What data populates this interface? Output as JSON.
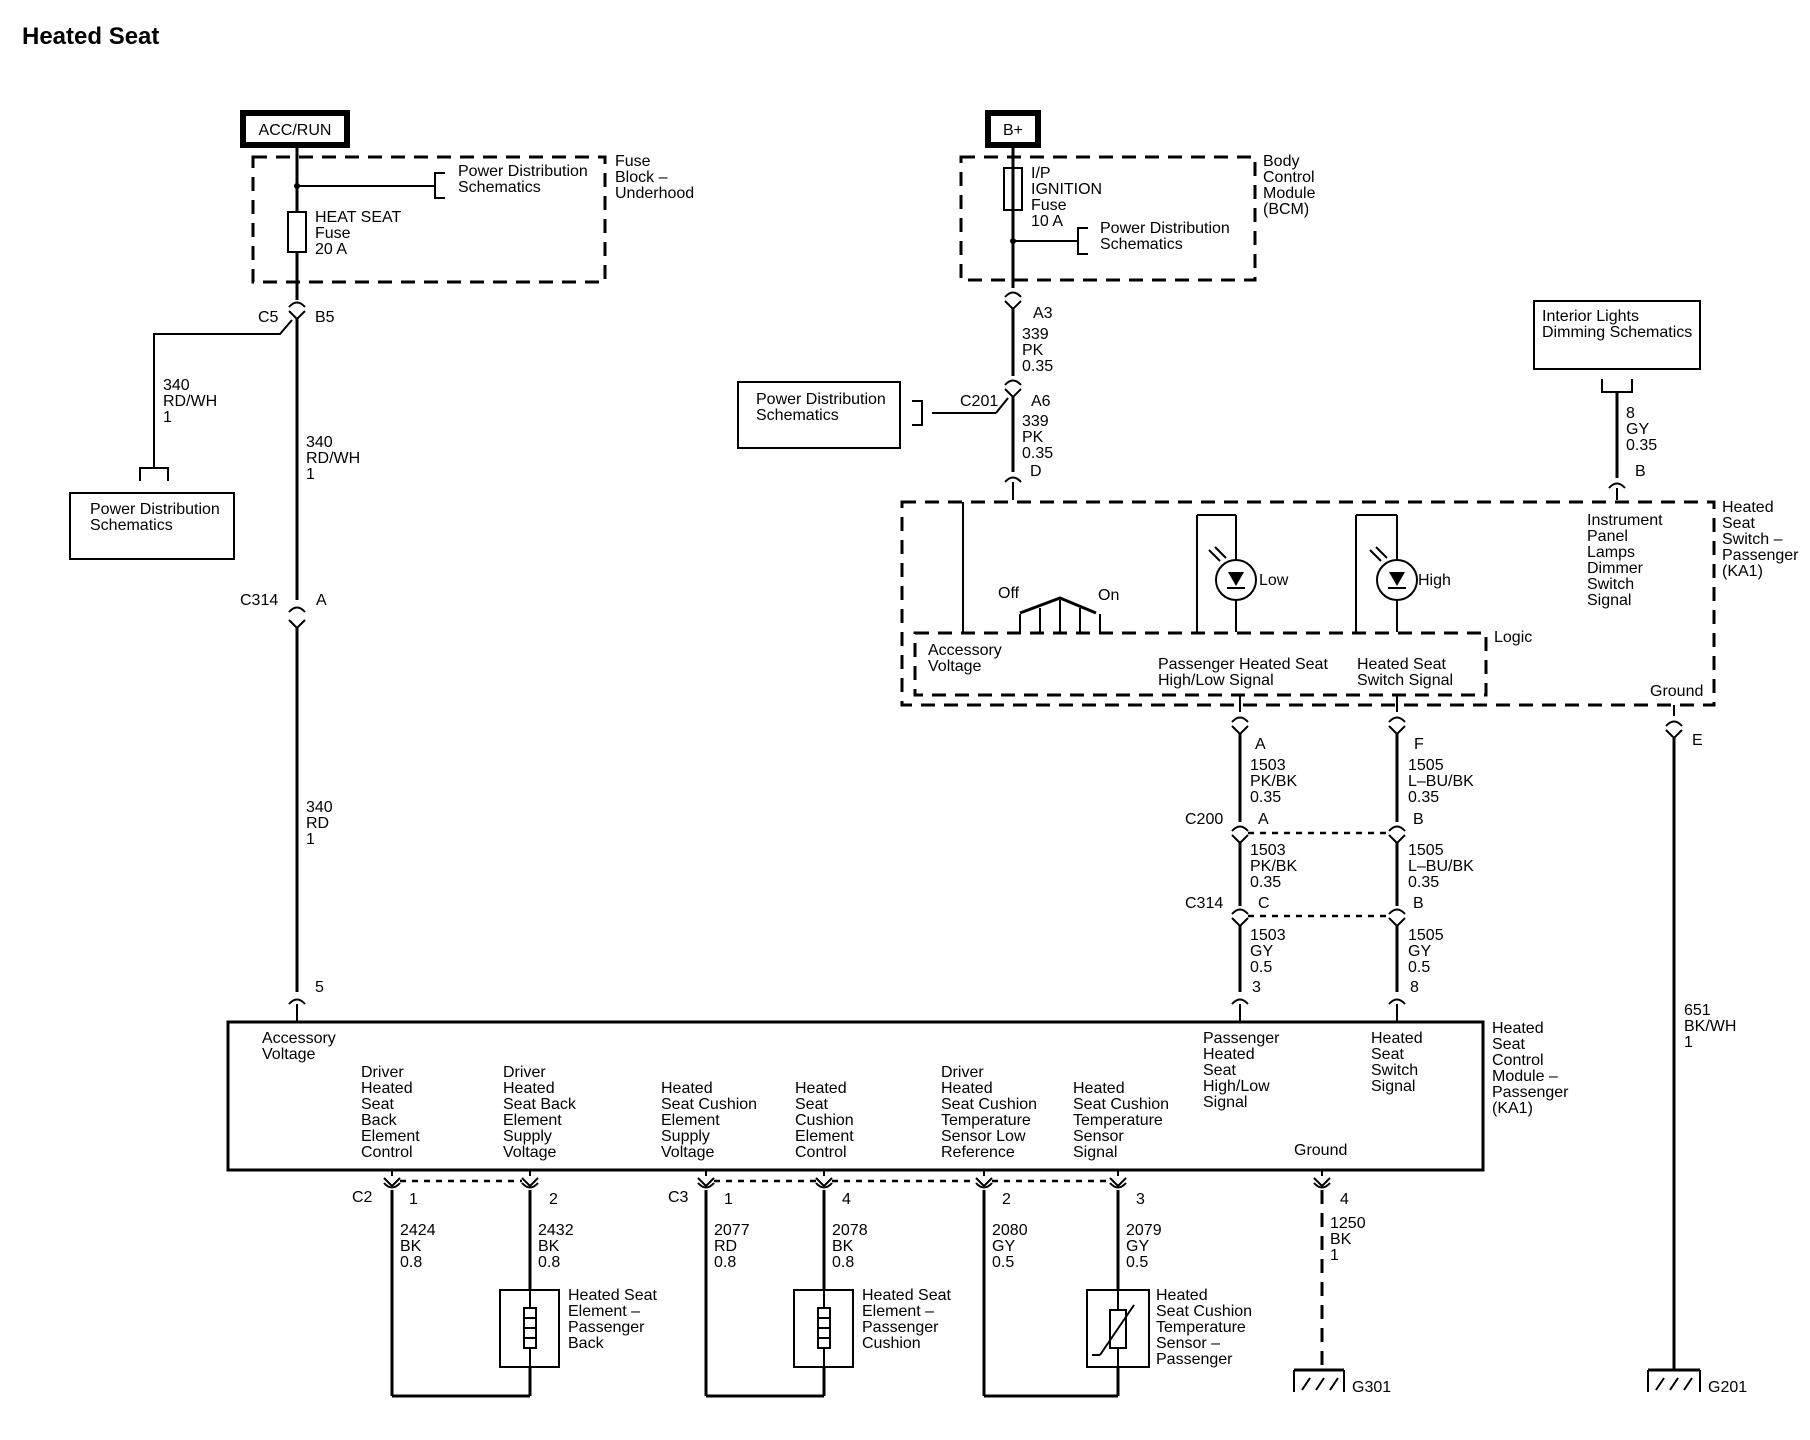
{
  "title": "Heated Seat",
  "sources": {
    "acc_run": "ACC/RUN",
    "b_plus": "B+"
  },
  "fuse_block": {
    "name": [
      "Fuse",
      "Block –",
      "Underhood"
    ],
    "fuse": [
      "HEAT SEAT",
      "Fuse",
      "20 A"
    ],
    "ref": [
      "Power Distribution",
      "Schematics"
    ]
  },
  "bcm": {
    "name": [
      "Body",
      "Control",
      "Module",
      "(BCM)"
    ],
    "fuse": [
      "I/P",
      "IGNITION",
      "Fuse",
      "10 A"
    ],
    "ref": [
      "Power Distribution",
      "Schematics"
    ]
  },
  "ref_boxes": {
    "left": [
      "Power Distribution",
      "Schematics"
    ],
    "middle": [
      "Power Distribution",
      "Schematics"
    ],
    "interior": [
      "Interior Lights",
      "Dimming Schematics"
    ]
  },
  "connectors": {
    "c5": "C5",
    "b5": "B5",
    "c314_a_conn": "C314",
    "c314_a_pin": "A",
    "a3": "A3",
    "c201": "C201",
    "a6": "A6",
    "d": "D",
    "pin_a": "A",
    "pin_f": "F",
    "pin_b_top": "B",
    "pin_e": "E",
    "c200": "C200",
    "c200_a": "A",
    "c200_b": "B",
    "c314": "C314",
    "c314_c": "C",
    "c314_b": "B",
    "pin5": "5",
    "pin3": "3",
    "pin8": "8",
    "c2": "C2",
    "c2_1": "1",
    "c2_2": "2",
    "c3": "C3",
    "c3_1": "1",
    "c3_4": "4",
    "c3_2": "2",
    "c3_3": "3",
    "gnd_4": "4"
  },
  "wires": {
    "w340_branch": [
      "340",
      "RD/WH",
      "1"
    ],
    "w340_main": [
      "340",
      "RD/WH",
      "1"
    ],
    "w340_rd": [
      "340",
      "RD",
      "1"
    ],
    "w339_a": [
      "339",
      "PK",
      "0.35"
    ],
    "w339_b": [
      "339",
      "PK",
      "0.35"
    ],
    "w8": [
      "8",
      "GY",
      "0.35"
    ],
    "w1503_a": [
      "1503",
      "PK/BK",
      "0.35"
    ],
    "w1505_a": [
      "1505",
      "L–BU/BK",
      "0.35"
    ],
    "w1503_b": [
      "1503",
      "PK/BK",
      "0.35"
    ],
    "w1505_b": [
      "1505",
      "L–BU/BK",
      "0.35"
    ],
    "w1503_c": [
      "1503",
      "GY",
      "0.5"
    ],
    "w1505_c": [
      "1505",
      "GY",
      "0.5"
    ],
    "w651": [
      "651",
      "BK/WH",
      "1"
    ],
    "w2424": [
      "2424",
      "BK",
      "0.8"
    ],
    "w2432": [
      "2432",
      "BK",
      "0.8"
    ],
    "w2077": [
      "2077",
      "RD",
      "0.8"
    ],
    "w2078": [
      "2078",
      "BK",
      "0.8"
    ],
    "w2080": [
      "2080",
      "GY",
      "0.5"
    ],
    "w2079": [
      "2079",
      "GY",
      "0.5"
    ],
    "w1250": [
      "1250",
      "BK",
      "1"
    ]
  },
  "switch": {
    "name": [
      "Heated",
      "Seat",
      "Switch –",
      "Passenger",
      "(KA1)"
    ],
    "off": "Off",
    "on": "On",
    "low": "Low",
    "high": "High",
    "logic": "Logic",
    "accessory_voltage": [
      "Accessory",
      "Voltage"
    ],
    "hl_signal": [
      "Passenger Heated Seat",
      "High/Low Signal"
    ],
    "switch_signal": [
      "Heated Seat",
      "Switch Signal"
    ],
    "dimmer": [
      "Instrument",
      "Panel",
      "Lamps",
      "Dimmer",
      "Switch",
      "Signal"
    ],
    "ground": "Ground"
  },
  "module": {
    "name": [
      "Heated",
      "Seat",
      "Control",
      "Module –",
      "Passenger",
      "(KA1)"
    ],
    "accessory_voltage": [
      "Accessory",
      "Voltage"
    ],
    "labels": {
      "back_control": [
        "Driver",
        "Heated",
        "Seat",
        "Back",
        "Element",
        "Control"
      ],
      "back_supply": [
        "Driver",
        "Heated",
        "Seat Back",
        "Element",
        "Supply",
        "Voltage"
      ],
      "cushion_supply": [
        "Heated",
        "Seat Cushion",
        "Element",
        "Supply",
        "Voltage"
      ],
      "cushion_control": [
        "Heated",
        "Seat",
        "Cushion",
        "Element",
        "Control"
      ],
      "temp_low": [
        "Driver",
        "Heated",
        "Seat Cushion",
        "Temperature",
        "Sensor Low",
        "Reference"
      ],
      "temp_signal": [
        "Heated",
        "Seat Cushion",
        "Temperature",
        "Sensor",
        "Signal"
      ],
      "hl_signal": [
        "Passenger",
        "Heated",
        "Seat",
        "High/Low",
        "Signal"
      ],
      "switch_signal": [
        "Heated",
        "Seat",
        "Switch",
        "Signal"
      ],
      "ground": "Ground"
    }
  },
  "elements": {
    "back": [
      "Heated Seat",
      "Element –",
      "Passenger",
      "Back"
    ],
    "cushion": [
      "Heated Seat",
      "Element –",
      "Passenger",
      "Cushion"
    ],
    "sensor": [
      "Heated",
      "Seat Cushion",
      "Temperature",
      "Sensor –",
      "Passenger"
    ]
  },
  "grounds": {
    "g301": "G301",
    "g201": "G201"
  }
}
